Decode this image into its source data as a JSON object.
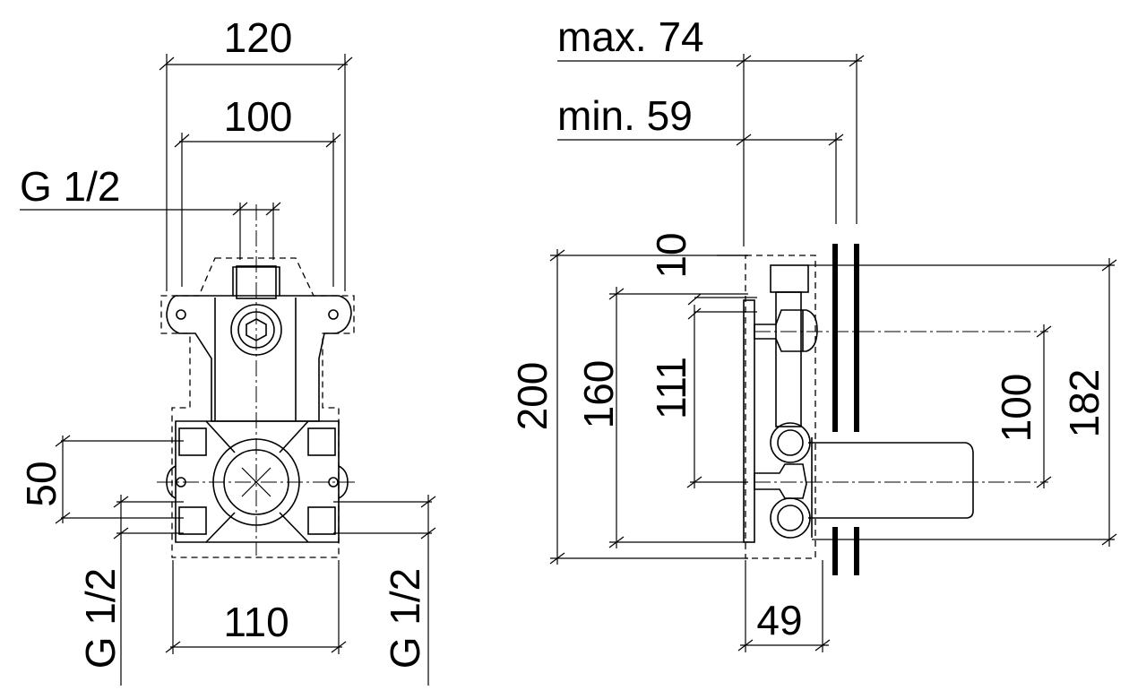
{
  "front_view": {
    "width_120": "120",
    "width_100": "100",
    "thread_top": "G 1/2",
    "height_50": "50",
    "thread_left": "G 1/2",
    "width_110": "110",
    "thread_right": "G 1/2"
  },
  "side_view": {
    "max_depth": "max. 74",
    "min_depth": "min. 59",
    "offset_10": "10",
    "height_200": "200",
    "height_160": "160",
    "height_111": "111",
    "height_100": "100",
    "height_182": "182",
    "depth_49": "49"
  }
}
